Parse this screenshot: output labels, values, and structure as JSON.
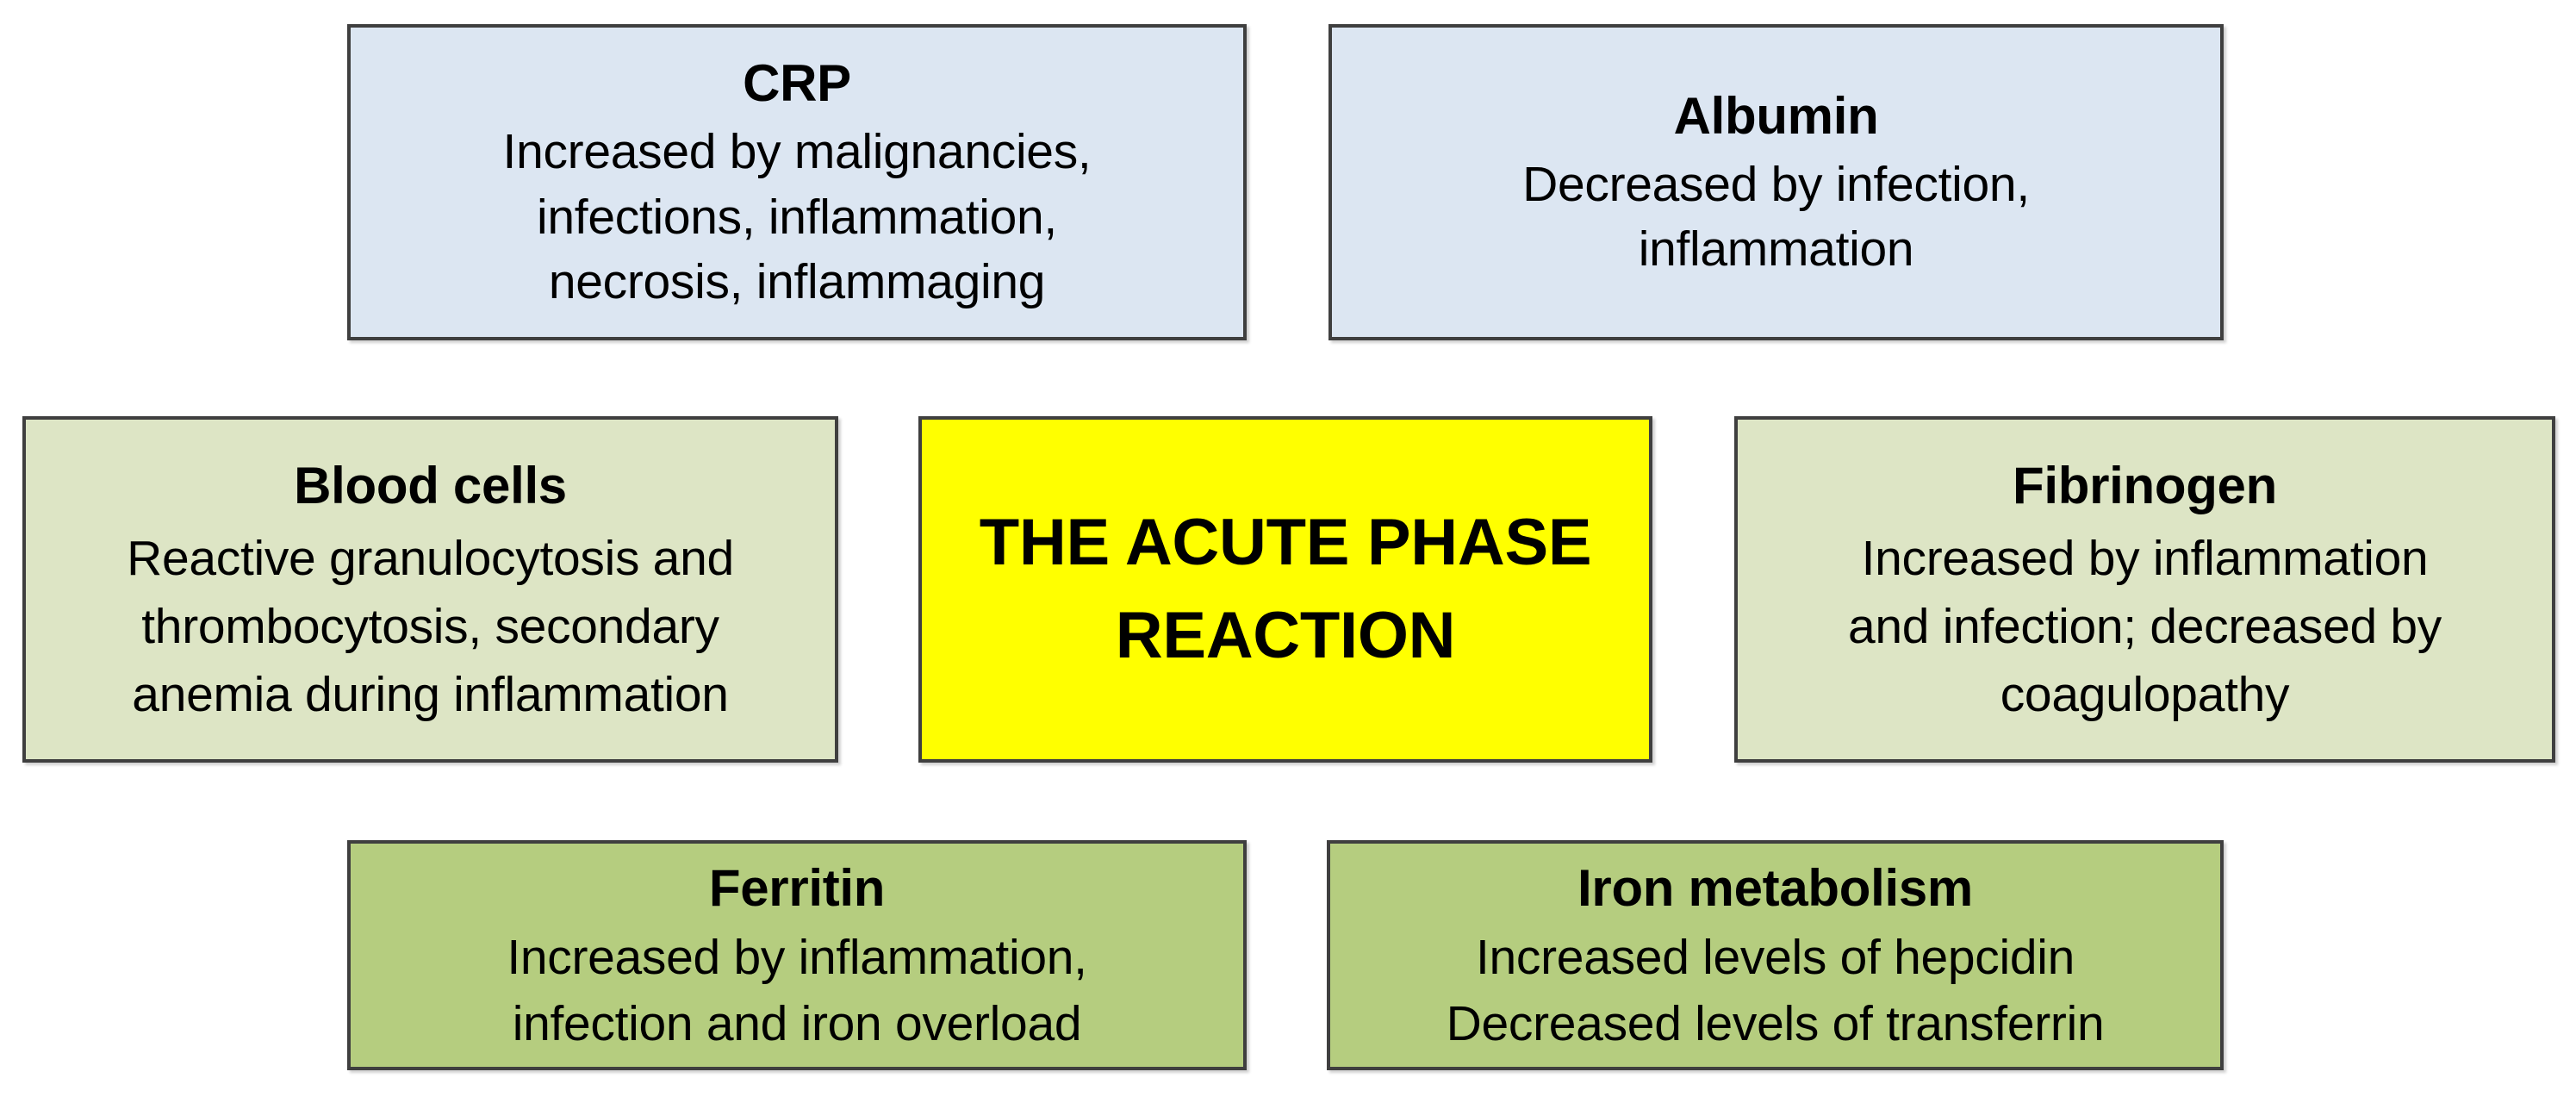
{
  "diagram": {
    "title": "The Acute Phase Reaction",
    "center": {
      "label": "THE ACUTE PHASE REACTION",
      "color": "#ffff00"
    },
    "colors": {
      "blue_box": "#dce6f2",
      "green_light_box": "#dde5c5",
      "green_medium_box": "#b5cd7f",
      "center_yellow": "#ffff00",
      "border": "#3f3f3f",
      "text": "#000000",
      "background": "#ffffff"
    },
    "nodes": [
      {
        "id": "crp",
        "title": "CRP",
        "lines": [
          "Increased by malignancies,",
          "infections, inflammation,",
          "necrosis, inflammaging"
        ],
        "color": "#dce6f2",
        "row": 1,
        "column": "left"
      },
      {
        "id": "albumin",
        "title": "Albumin",
        "lines": [
          "Decreased by infection,",
          "inflammation"
        ],
        "color": "#dce6f2",
        "row": 1,
        "column": "right"
      },
      {
        "id": "blood-cells",
        "title": "Blood cells",
        "lines": [
          "Reactive granulocytosis and",
          "thrombocytosis, secondary",
          "anemia during inflammation"
        ],
        "color": "#dde5c5",
        "row": 2,
        "column": "left"
      },
      {
        "id": "acute-phase-reaction",
        "title": "THE ACUTE PHASE REACTION",
        "lines": [],
        "color": "#ffff00",
        "row": 2,
        "column": "center"
      },
      {
        "id": "fibrinogen",
        "title": "Fibrinogen",
        "lines": [
          "Increased by inflammation",
          "and infection; decreased by",
          "coagulopathy"
        ],
        "color": "#dde5c5",
        "row": 2,
        "column": "right"
      },
      {
        "id": "ferritin",
        "title": "Ferritin",
        "lines": [
          "Increased by inflammation,",
          "infection and iron overload"
        ],
        "color": "#b5cd7f",
        "row": 3,
        "column": "left"
      },
      {
        "id": "iron-metabolism",
        "title": "Iron metabolism",
        "lines": [
          "Increased levels of hepcidin",
          "Decreased levels of transferrin"
        ],
        "color": "#b5cd7f",
        "row": 3,
        "column": "right"
      }
    ]
  }
}
